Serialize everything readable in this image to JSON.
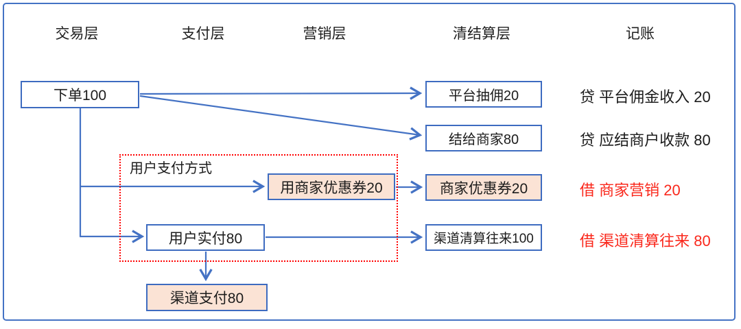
{
  "columns": {
    "transaction": "交易层",
    "payment": "支付层",
    "marketing": "营销层",
    "clearing": "清结算层",
    "bookkeeping": "记账"
  },
  "nodes": {
    "order": "下单100",
    "platform_commission": "平台抽佣20",
    "settle_merchant": "结给商家80",
    "use_merchant_coupon": "用商家优惠券20",
    "merchant_coupon": "商家优惠券20",
    "user_actual_pay": "用户实付80",
    "channel_clearing": "渠道清算往来100",
    "channel_pay": "渠道支付80"
  },
  "group": {
    "label": "用户支付方式"
  },
  "ledger": {
    "credit_platform": "贷 平台佣金收入 20",
    "credit_merchant": "贷 应结商户收款 80",
    "debit_marketing": "借 商家营销 20",
    "debit_channel": "借 渠道清算往来 80"
  },
  "colors": {
    "accent_blue_border": "#3D6BC0",
    "accent_blue_line": "#4472C4",
    "peach_fill": "#FBE3D5",
    "alert_red_text": "#FA281C",
    "group_border_red": "#FF0000"
  }
}
